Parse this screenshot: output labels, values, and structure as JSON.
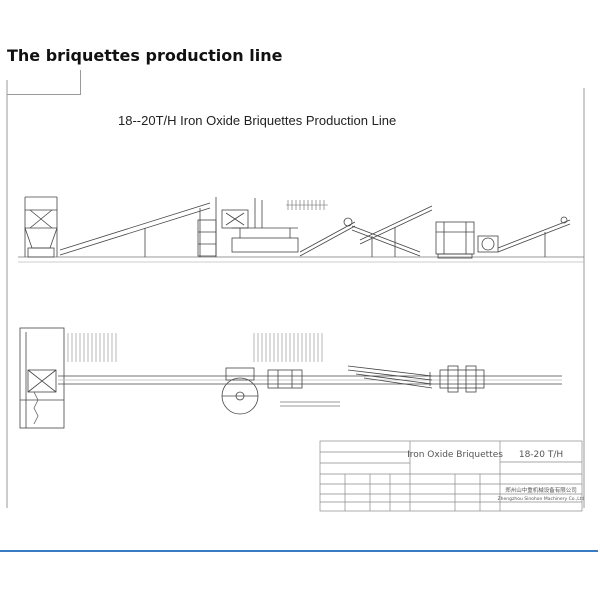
{
  "page": {
    "heading": "The briquettes production line"
  },
  "drawing": {
    "title": "18--20T/H  Iron Oxide Briquettes Production Line",
    "title_block": {
      "product": "Iron Oxide Briquettes",
      "capacity": "18-20 T/H",
      "company_cn": "郑州山中重机械设备有限公司",
      "company_en": "Zhengzhou Sinohon Machinery Co.,Ltd"
    }
  },
  "colors": {
    "line": "#444444",
    "light_line": "#8a8a8a",
    "accent_rule": "#3a7cc4"
  }
}
